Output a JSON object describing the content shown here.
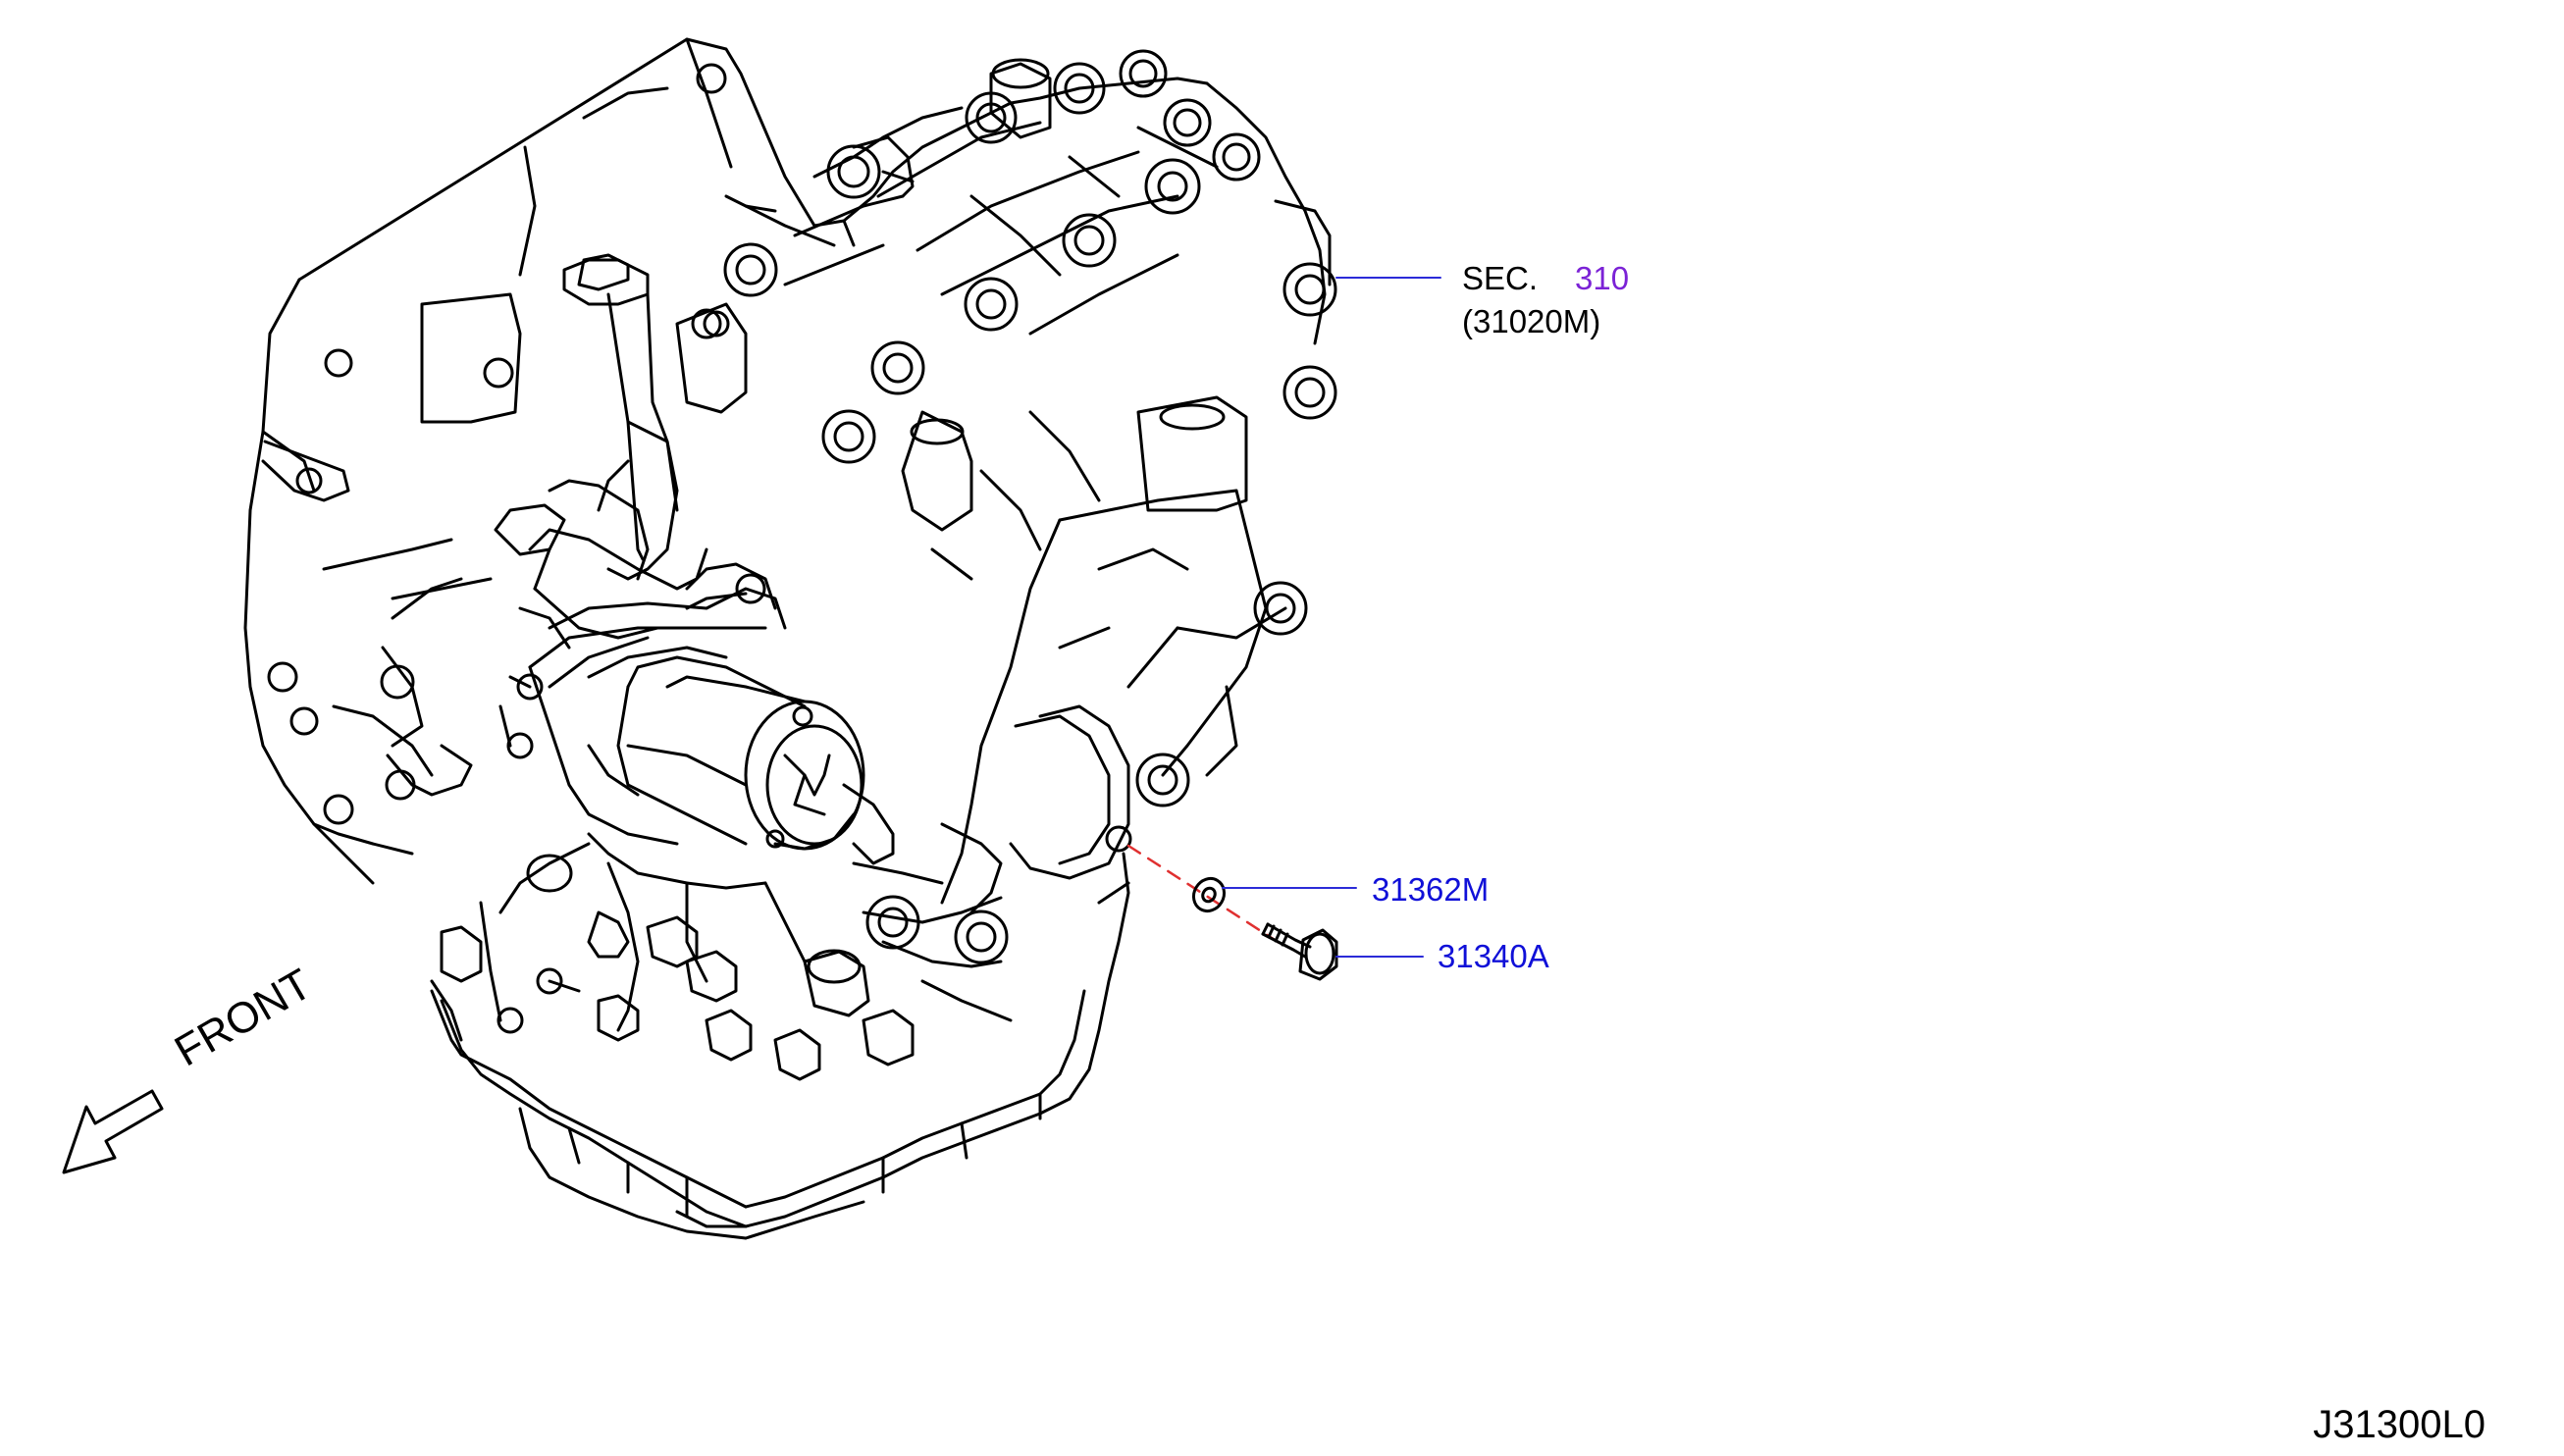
{
  "callouts": {
    "sec_prefix": "SEC.",
    "sec_number": "310",
    "sec_subref": "(31020M)",
    "part_gasket": "31362M",
    "part_plug": "31340A"
  },
  "front_label": "FRONT",
  "diagram_code": "J31300L0",
  "colors": {
    "part_link": "#1010d8",
    "section_link": "#7b22d6",
    "leader": "#2b2bd8",
    "dashed_axis": "#e03030",
    "outline": "#000000"
  }
}
